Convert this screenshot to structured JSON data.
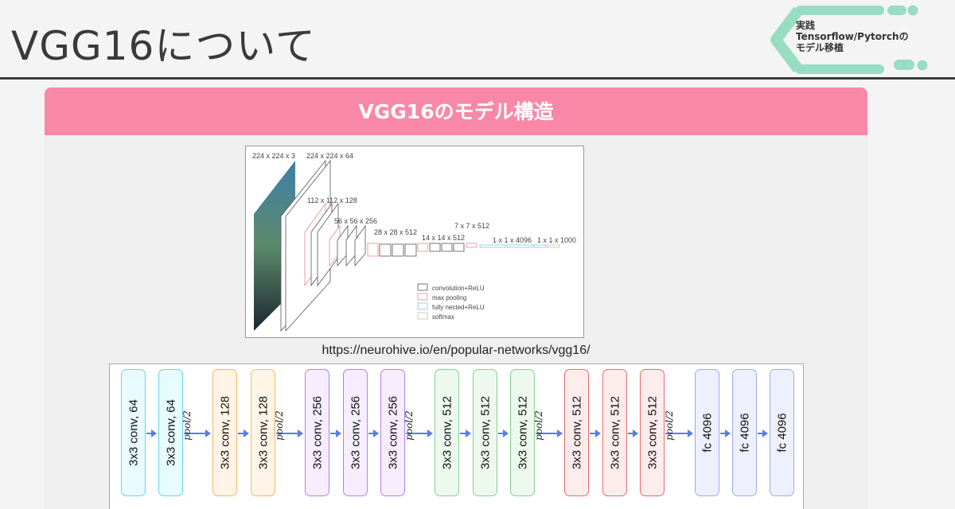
{
  "title": "VGG16について",
  "badge": {
    "line1": "実践",
    "line2": "Tensorflow/Pytorchの",
    "line3": "モデル移植"
  },
  "panel": {
    "heading": "VGG16のモデル構造",
    "source_url": "https://neurohive.io/en/popular-networks/vgg16/"
  },
  "network_image": {
    "dims": [
      "224 x 224 x 3",
      "224 x 224 x 64",
      "112 x 112 x 128",
      "56 x 56 x 256",
      "28 x 28 x 512",
      "14 x 14 x 512",
      "7 x 7 x 512",
      "1 x 1 x 4096",
      "1 x 1 x 1000"
    ],
    "legend": [
      "convolution+ReLU",
      "max pooling",
      "fully nected+ReLU",
      "softmax"
    ]
  },
  "diagram": {
    "pool_label": "pool/2",
    "blocks": [
      {
        "label": "3x3 conv, 64",
        "border": "#5fd8ee",
        "fill": "#e8fbfe"
      },
      {
        "label": "3x3 conv, 64",
        "border": "#5fd8ee",
        "fill": "#e8fbfe"
      },
      {
        "label": "3x3 conv, 128",
        "border": "#f5b860",
        "fill": "#fff4e6"
      },
      {
        "label": "3x3 conv, 128",
        "border": "#f5b860",
        "fill": "#fff4e6"
      },
      {
        "label": "3x3 conv, 256",
        "border": "#b57ef0",
        "fill": "#f6eefe"
      },
      {
        "label": "3x3 conv, 256",
        "border": "#b57ef0",
        "fill": "#f6eefe"
      },
      {
        "label": "3x3 conv, 256",
        "border": "#b57ef0",
        "fill": "#f6eefe"
      },
      {
        "label": "3x3 conv, 512",
        "border": "#86d08e",
        "fill": "#edf8ee"
      },
      {
        "label": "3x3 conv, 512",
        "border": "#86d08e",
        "fill": "#edf8ee"
      },
      {
        "label": "3x3 conv, 512",
        "border": "#86d08e",
        "fill": "#edf8ee"
      },
      {
        "label": "3x3 conv, 512",
        "border": "#ee6a6a",
        "fill": "#fdecec"
      },
      {
        "label": "3x3 conv, 512",
        "border": "#ee6a6a",
        "fill": "#fdecec"
      },
      {
        "label": "3x3 conv, 512",
        "border": "#ee6a6a",
        "fill": "#fdecec"
      },
      {
        "label": "fc 4096",
        "border": "#9aa8ee",
        "fill": "#eef0fd"
      },
      {
        "label": "fc 4096",
        "border": "#9aa8ee",
        "fill": "#eef0fd"
      },
      {
        "label": "fc 4096",
        "border": "#9aa8ee",
        "fill": "#eef0fd"
      }
    ]
  }
}
